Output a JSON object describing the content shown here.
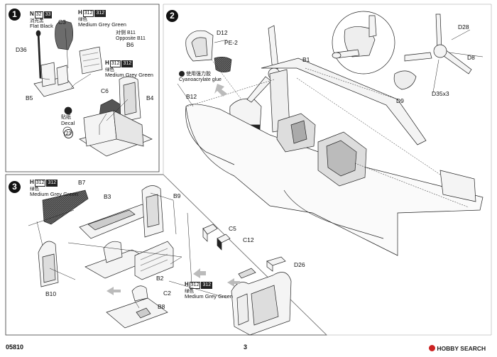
{
  "steps": [
    "1",
    "2",
    "3"
  ],
  "step1": {
    "paint_n": {
      "letter": "N",
      "code1": "32",
      "code2": "33",
      "chinese": "消光黑",
      "name": "Flat Black"
    },
    "paint_h": {
      "letter": "H",
      "code1": "312",
      "code2": "312",
      "chinese": "绿色",
      "name": "Medium Grey Green"
    },
    "labels": {
      "c3": "C3",
      "d36": "D36",
      "b6": "B6",
      "b5": "B5",
      "c6": "C6",
      "b4": "B4"
    },
    "b11_note": {
      "chinese": "对侧 B11",
      "english": "Opposite B11"
    },
    "paint_h2": {
      "letter": "H",
      "code1": "312",
      "code2": "312",
      "chinese": "绿色",
      "name": "Medium Grey Green"
    },
    "decal": {
      "chinese": "贴纸",
      "label": "Decal",
      "number": "23"
    }
  },
  "step2": {
    "labels": {
      "d12": "D12",
      "pe2": "PE-2",
      "b1": "B1",
      "b12": "B12",
      "d28": "D28",
      "d8": "D8",
      "d35": "D35x3",
      "d9": "D9"
    },
    "glue": {
      "chinese": "使用强力胶",
      "english": "Cyanoacrylate glue"
    }
  },
  "step3": {
    "paint_h": {
      "letter": "H",
      "code1": "312",
      "code2": "312",
      "chinese": "绿色",
      "name": "Medium Grey Green"
    },
    "labels": {
      "b7": "B7",
      "b3": "B3",
      "b9": "B9",
      "c5": "C5",
      "c12": "C12",
      "b10": "B10",
      "b2": "B2",
      "c2": "C2",
      "b8": "B8",
      "d26": "D26"
    },
    "paint_h2": {
      "letter": "H",
      "code1": "312",
      "code2": "312",
      "chinese": "绿色",
      "name": "Medium Grey Green"
    }
  },
  "footer": {
    "code": "05810",
    "page": "3"
  },
  "watermark": {
    "brand": "HOBBY SEARCH"
  }
}
